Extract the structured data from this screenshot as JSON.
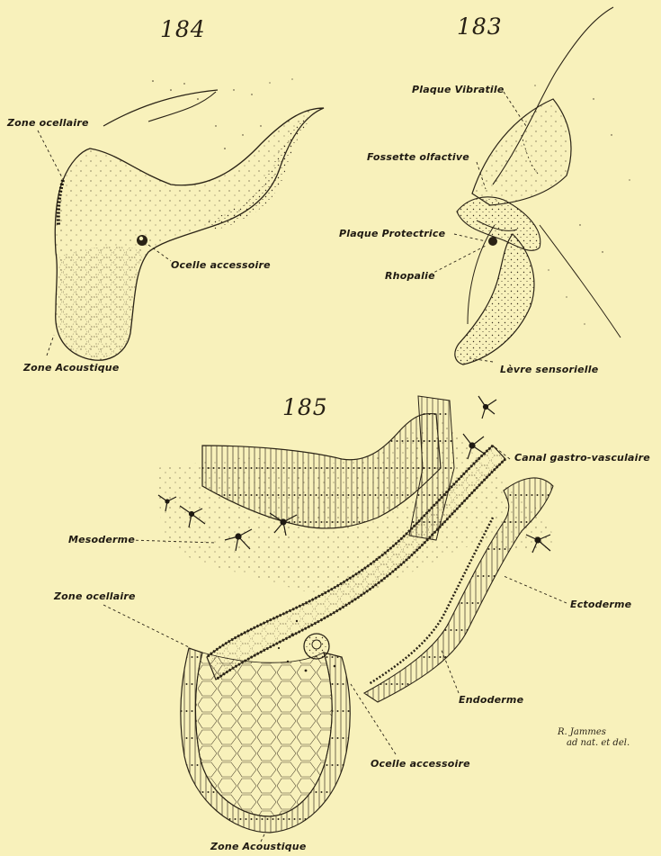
{
  "figures": {
    "fig184": {
      "number": "184",
      "labels": {
        "zone_ocellaire": "Zone ocellaire",
        "ocelle_accessoire": "Ocelle accessoire",
        "zone_acoustique": "Zone Acoustique"
      }
    },
    "fig183": {
      "number": "183",
      "labels": {
        "plaque_vibratile": "Plaque Vibratile",
        "fossette_olfactive": "Fossette olfactive",
        "plaque_protectrice": "Plaque Protectrice",
        "rhopalie": "Rhopalie",
        "levre_sensorielle": "Lèvre sensorielle"
      }
    },
    "fig185": {
      "number": "185",
      "labels": {
        "canal_gastro_vasculaire": "Canal gastro-vasculaire",
        "mesoderme": "Mesoderme",
        "zone_ocellaire": "Zone ocellaire",
        "ectoderme": "Ectoderme",
        "endoderme": "Endoderme",
        "ocelle_accessoire": "Ocelle accessoire",
        "zone_acoustique": "Zone Acoustique"
      }
    }
  },
  "signature": {
    "line1": "R. Jammes",
    "line2": "ad nat. et del."
  },
  "colors": {
    "paper": "#f8f1bb",
    "ink": "#1f1a12"
  }
}
